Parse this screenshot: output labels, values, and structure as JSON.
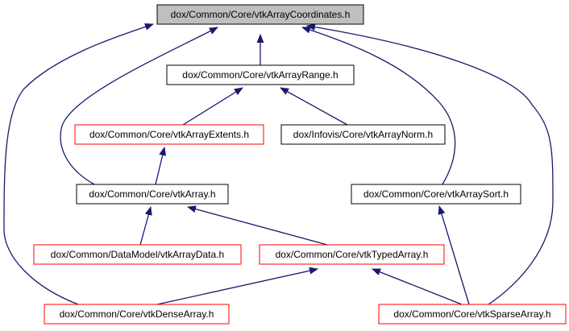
{
  "diagram": {
    "type": "include-dependency-graph",
    "colors": {
      "edge": "#191970",
      "root_fill": "#bfbfbf",
      "default_border": "#000000",
      "truncated_border": "#ff0000"
    },
    "nodes": [
      {
        "id": "coords",
        "label": "dox/Common/Core/vtkArrayCoordinates.h",
        "style": "root"
      },
      {
        "id": "range",
        "label": "dox/Common/Core/vtkArrayRange.h",
        "style": "default"
      },
      {
        "id": "extents",
        "label": "dox/Common/Core/vtkArrayExtents.h",
        "style": "truncated"
      },
      {
        "id": "norm",
        "label": "dox/Infovis/Core/vtkArrayNorm.h",
        "style": "default"
      },
      {
        "id": "array",
        "label": "dox/Common/Core/vtkArray.h",
        "style": "default"
      },
      {
        "id": "sort",
        "label": "dox/Common/Core/vtkArraySort.h",
        "style": "default"
      },
      {
        "id": "arraydata",
        "label": "dox/Common/DataModel/vtkArrayData.h",
        "style": "truncated"
      },
      {
        "id": "typed",
        "label": "dox/Common/Core/vtkTypedArray.h",
        "style": "truncated"
      },
      {
        "id": "dense",
        "label": "dox/Common/Core/vtkDenseArray.h",
        "style": "truncated"
      },
      {
        "id": "sparse",
        "label": "dox/Common/Core/vtkSparseArray.h",
        "style": "truncated"
      }
    ],
    "edges": [
      {
        "from": "range",
        "to": "coords"
      },
      {
        "from": "array",
        "to": "coords"
      },
      {
        "from": "sort",
        "to": "coords"
      },
      {
        "from": "dense",
        "to": "coords"
      },
      {
        "from": "sparse",
        "to": "coords"
      },
      {
        "from": "extents",
        "to": "range"
      },
      {
        "from": "norm",
        "to": "range"
      },
      {
        "from": "array",
        "to": "extents"
      },
      {
        "from": "arraydata",
        "to": "array"
      },
      {
        "from": "typed",
        "to": "array"
      },
      {
        "from": "dense",
        "to": "typed"
      },
      {
        "from": "sparse",
        "to": "typed"
      },
      {
        "from": "sparse",
        "to": "sort"
      }
    ]
  }
}
